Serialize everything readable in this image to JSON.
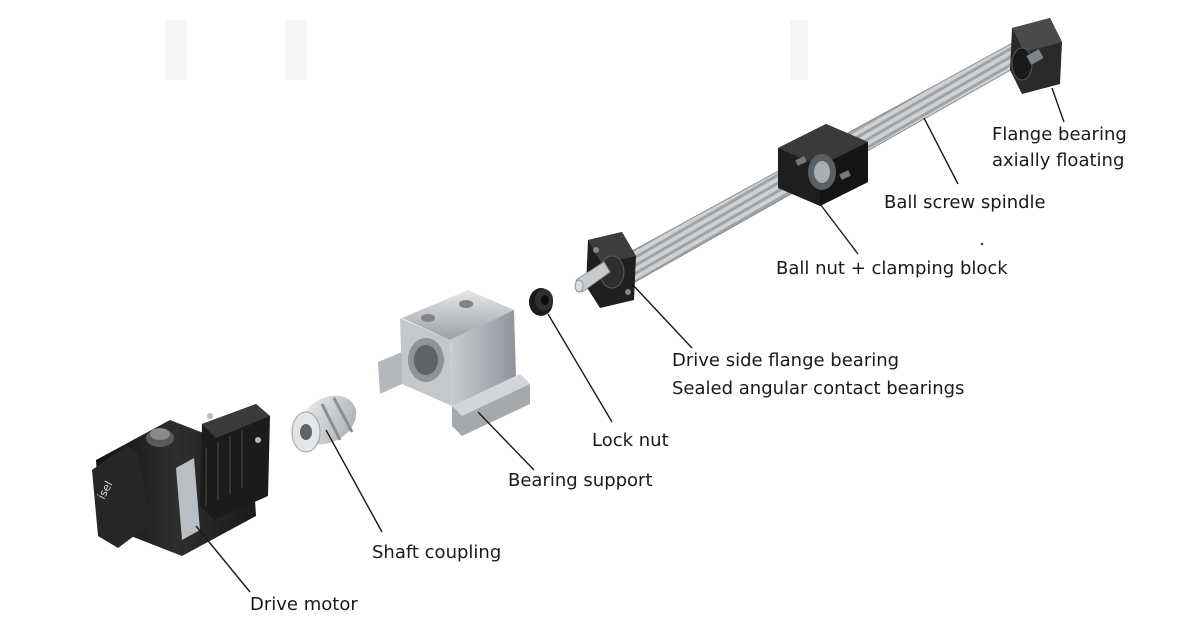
{
  "labels": {
    "drive_motor": "Drive motor",
    "motor_brand": "isel",
    "shaft_coupling": "Shaft coupling",
    "bearing_support": "Bearing support",
    "lock_nut": "Lock nut",
    "drive_side_flange_bearing": "Drive side flange bearing",
    "sealed_angular_contact_bearings": "Sealed angular contact bearings",
    "ball_nut_clamping_block": "Ball nut + clamping block",
    "ball_screw_spindle": "Ball screw spindle",
    "flange_bearing": "Flange bearing",
    "axially_floating": "axially floating"
  },
  "colors": {
    "background": "#ffffff",
    "text": "#1a1a1a",
    "motor_body": "#1c1c1c",
    "aluminium": "#b9bec4",
    "steel": "#d2d4d6"
  }
}
